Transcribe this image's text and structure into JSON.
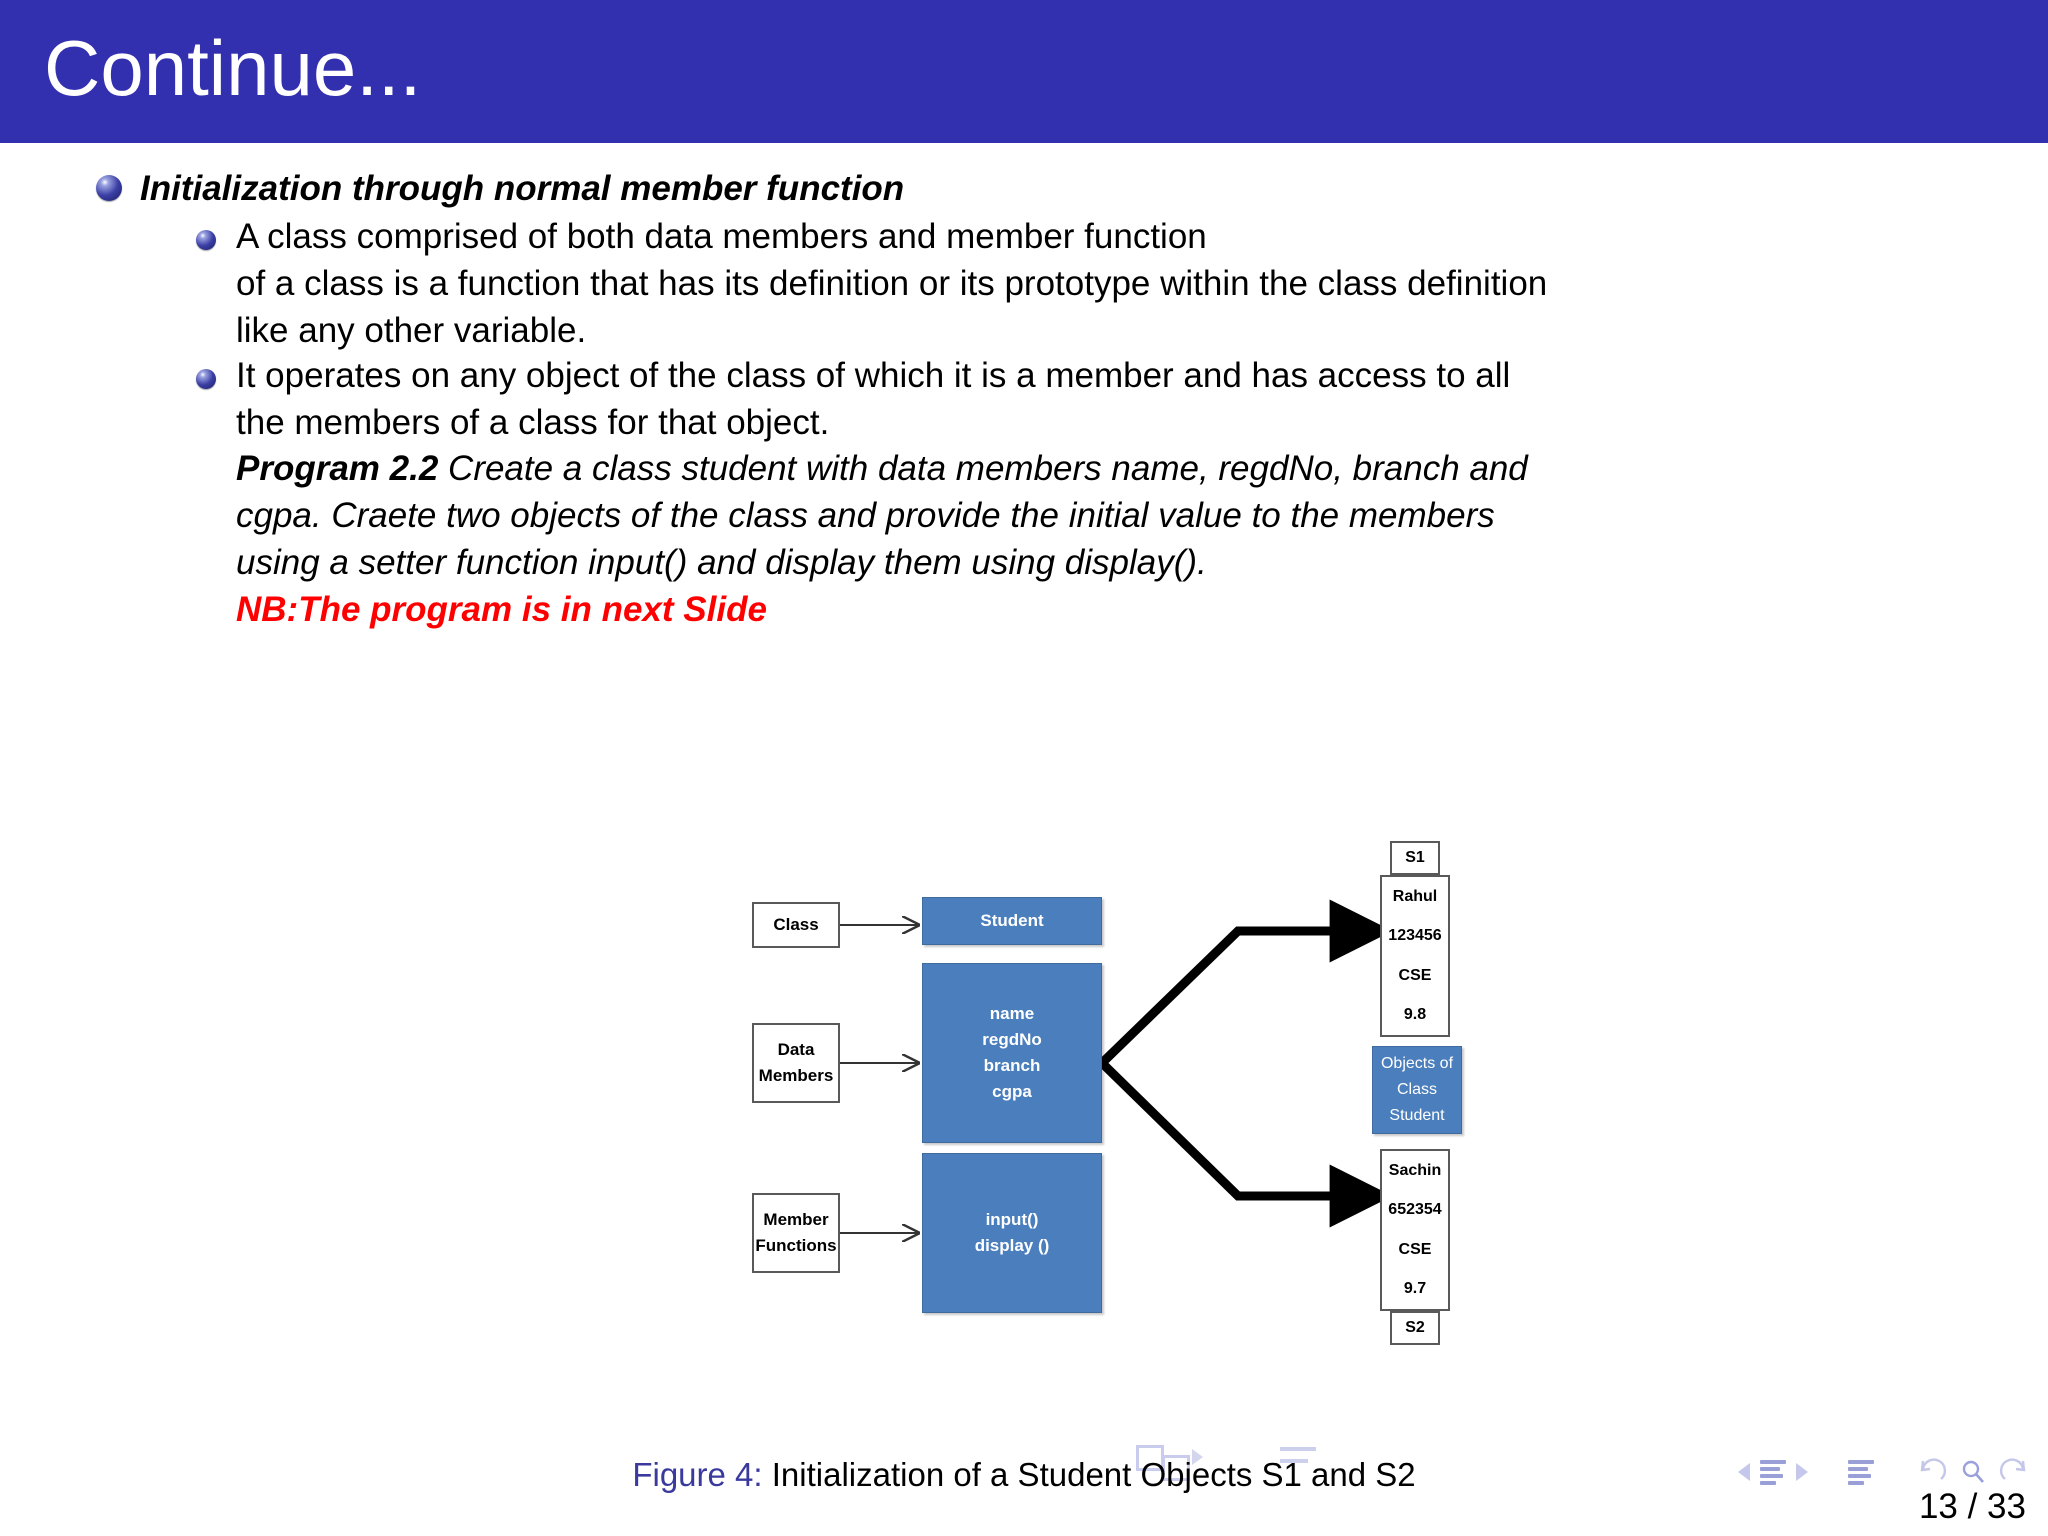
{
  "slide": {
    "title": "Continue...",
    "header_color": "#3330b0"
  },
  "content": {
    "heading_bullet": "Initialization through normal member function",
    "bullets": [
      {
        "lines": [
          "A class comprised of both data members and member function",
          "of a class is a function that has its definition or its prototype within the class definition",
          "like any other variable."
        ]
      },
      {
        "lines": [
          "It operates on any object of the class of which it is a member and has access to all",
          "the members of a class for that object."
        ]
      }
    ],
    "program": {
      "label": "Program 2.2",
      "line1_rest": " Create a class student with data members name, regdNo, branch and",
      "line2": "cgpa. Craete two objects of the class and provide the initial value to the members",
      "line3": "using a setter function input() and display them using display()."
    },
    "note": "NB:The program is in next Slide"
  },
  "figure": {
    "caption_label": "Figure 4:",
    "caption_text": " Initialization of a Student Objects S1 and S2",
    "box_fill": "#4a7ebc",
    "left_labels": [
      {
        "name": "class-label",
        "lines": [
          "Class"
        ]
      },
      {
        "name": "data-members-label",
        "lines": [
          "Data",
          "Members"
        ]
      },
      {
        "name": "member-functions-label",
        "lines": [
          "Member",
          "Functions"
        ]
      }
    ],
    "class_box": {
      "lines": [
        "Student"
      ]
    },
    "data_box": {
      "lines": [
        "name",
        "regdNo",
        "branch",
        "cgpa"
      ]
    },
    "methods_box": {
      "lines": [
        "input()",
        "display ()"
      ]
    },
    "objects_legend": {
      "lines": [
        "Objects of",
        "Class",
        "Student"
      ]
    },
    "object1": {
      "tag": "S1",
      "fields": [
        "Rahul",
        "123456",
        "CSE",
        "9.8"
      ]
    },
    "object2": {
      "tag": "S2",
      "fields": [
        "Sachin",
        "652354",
        "CSE",
        "9.7"
      ]
    }
  },
  "footer": {
    "page": "13 / 33",
    "nav": {
      "prev_icon": "triangle-left-icon",
      "next_icon": "triangle-right-icon",
      "section_icon": "document-lines-icon",
      "subsection_icon": "document-lines-icon",
      "back_icon": "undo-arrow-icon",
      "search_icon": "magnifier-icon",
      "forward_icon": "redo-arrow-icon"
    }
  }
}
